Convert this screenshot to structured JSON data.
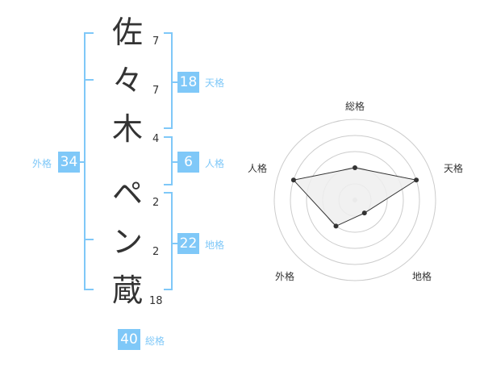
{
  "name": {
    "chars": [
      {
        "char": "佐",
        "strokes": "7"
      },
      {
        "char": "々",
        "strokes": "7"
      },
      {
        "char": "木",
        "strokes": "4"
      },
      {
        "char": "ペ",
        "strokes": "2"
      },
      {
        "char": "ン",
        "strokes": "2"
      },
      {
        "char": "蔵",
        "strokes": "18"
      }
    ]
  },
  "fortunes": {
    "tenkaku": {
      "value": "18",
      "label": "天格"
    },
    "jinkaku": {
      "value": "6",
      "label": "人格"
    },
    "chikaku": {
      "value": "22",
      "label": "地格"
    },
    "gaikaku": {
      "value": "34",
      "label": "外格"
    },
    "soukaku": {
      "value": "40",
      "label": "総格"
    }
  },
  "colors": {
    "accent": "#7fc8f8",
    "text": "#333333",
    "grid": "#cccccc"
  },
  "chart_data": {
    "type": "radar",
    "axes": [
      "総格",
      "天格",
      "地格",
      "外格",
      "人格"
    ],
    "values": [
      2,
      4,
      1,
      2,
      4
    ],
    "rmax": 5
  }
}
